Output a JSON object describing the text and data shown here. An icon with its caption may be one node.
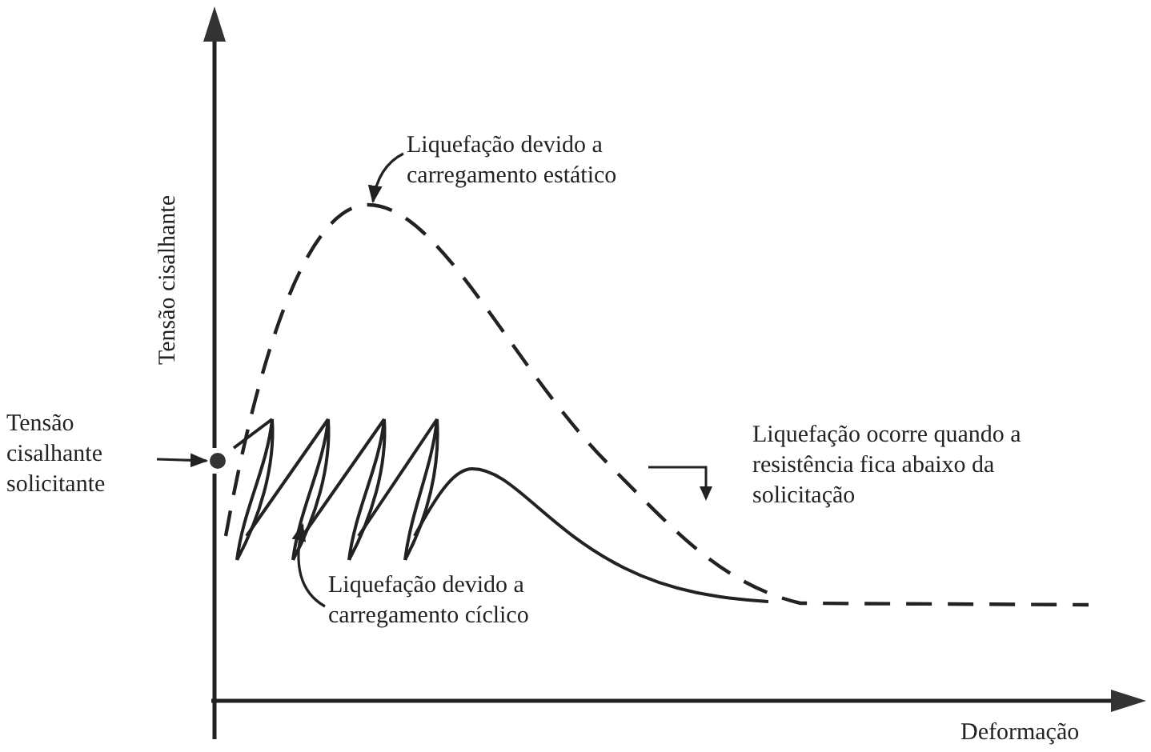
{
  "diagram": {
    "nodes": [
      {
        "text": [
          "Liquefação devido a carregamento estático"
        ]
      },
      {
        "text": [
          "Tensão cisalhante solicitante"
        ]
      },
      {
        "text": [],
        "shape": "circle"
      },
      {
        "text": [
          "Liquefação ocorre quando a resistência fica abaixo da solicitação"
        ]
      },
      {
        "text": [
          "Liquefação devido a carregamento cíclico"
        ]
      }
    ],
    "edges": [
      {
        "from": 0,
        "to": null,
        "arrow": "to"
      },
      {
        "from": 1,
        "to": 2,
        "arrow": "to"
      },
      {
        "from": 4,
        "to": null,
        "arrow": "to"
      }
    ],
    "labels": [
      "Tensão cisalhante",
      "Deformação"
    ]
  }
}
